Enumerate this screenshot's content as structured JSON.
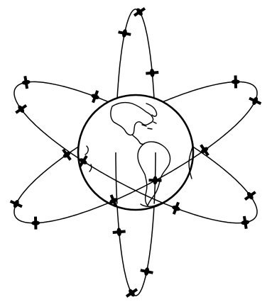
{
  "figure": {
    "subject": "earth-with-satellite-constellation",
    "orbit_planes": 3,
    "satellites_per_plane": 8,
    "line_color": "#000000",
    "background_color": "#ffffff"
  }
}
